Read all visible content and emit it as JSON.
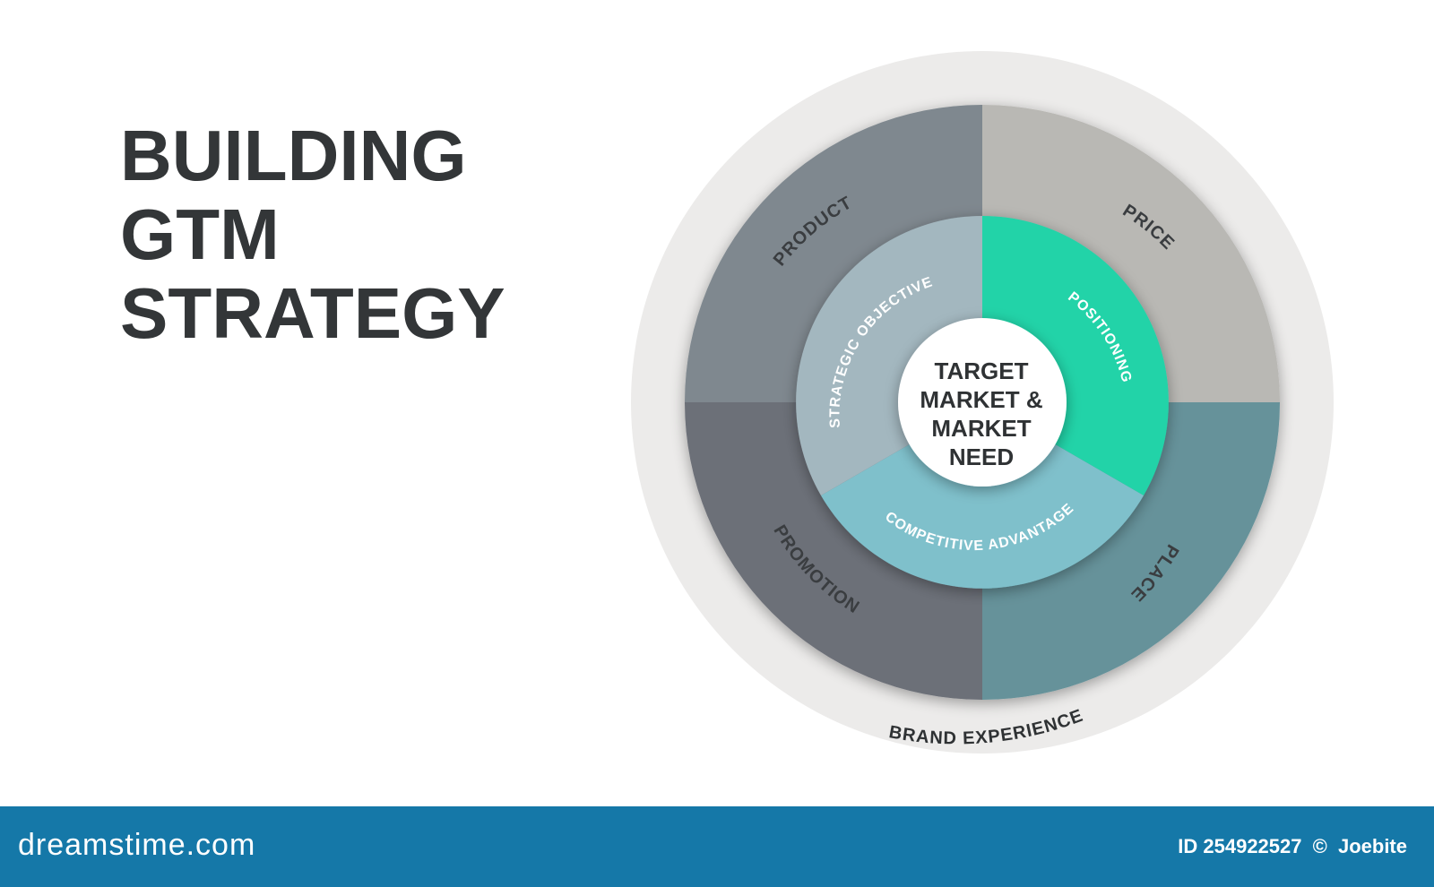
{
  "title": {
    "line1": "BUILDING",
    "line2": "GTM",
    "line3": "STRATEGY"
  },
  "diagram": {
    "center": {
      "lines": [
        "TARGET",
        "MARKET &",
        "MARKET",
        "NEED"
      ]
    },
    "inner_ring": [
      {
        "label": "POSITIONING",
        "color": "#23d3a8"
      },
      {
        "label": "COMPETITIVE ADVANTAGE",
        "color": "#7fc0cb"
      },
      {
        "label": "STRATEGIC OBJECTIVE",
        "color": "#a3b7bf"
      }
    ],
    "outer_quadrants": [
      {
        "label": "PRODUCT",
        "color": "#7f888f"
      },
      {
        "label": "PRICE",
        "color": "#b9b8b4"
      },
      {
        "label": "PLACE",
        "color": "#66929a"
      },
      {
        "label": "PROMOTION",
        "color": "#6c6f78"
      }
    ],
    "outer_ring": {
      "label": "BRAND EXPERIENCE",
      "color": "#ecebea"
    }
  },
  "footer": {
    "logo": "dreamstime.com",
    "id_label": "ID 254922527",
    "copyright": "©",
    "author": "Joebite",
    "color": "#1578a8"
  }
}
